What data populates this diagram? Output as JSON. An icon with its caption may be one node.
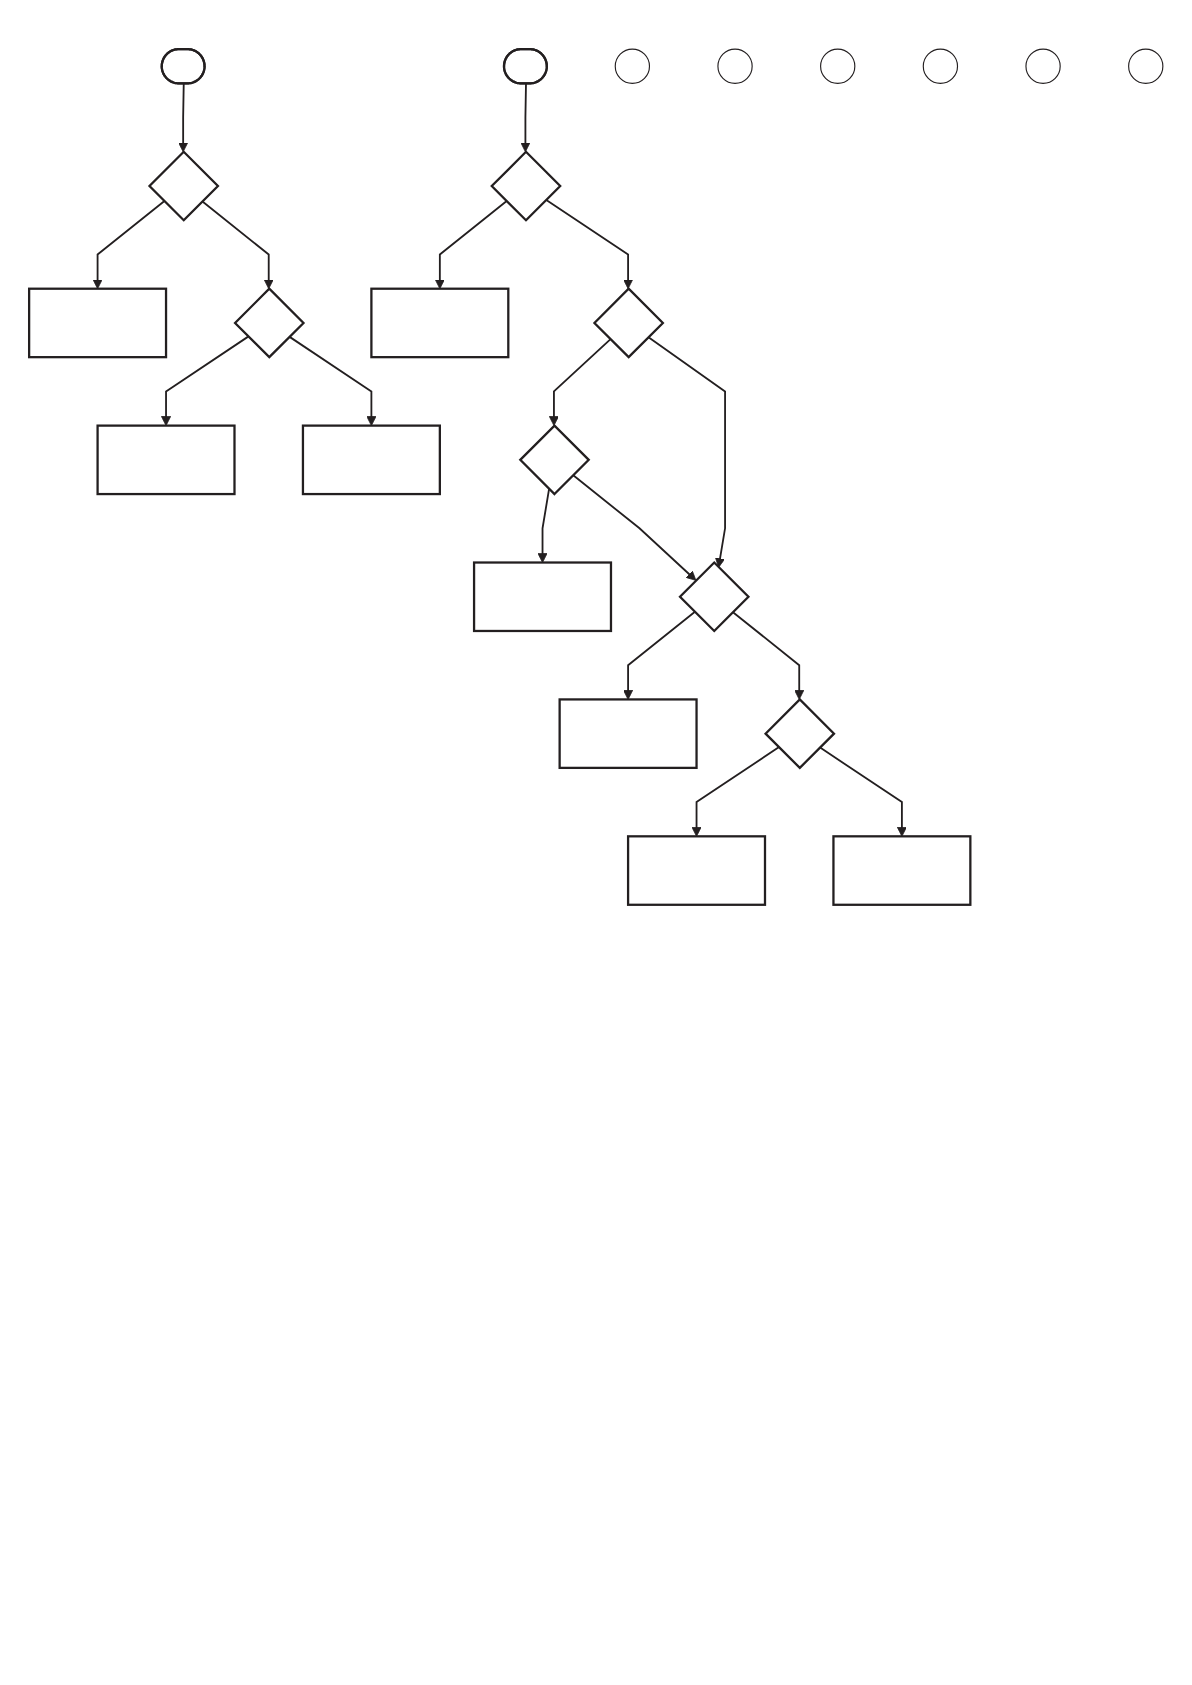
{
  "diagram": {
    "nodes": [
      {
        "text": [],
        "shape": "stadium"
      },
      {
        "text": [],
        "shape": "diamond"
      },
      {
        "text": [],
        "shape": "box"
      },
      {
        "text": [],
        "shape": "diamond"
      },
      {
        "text": [],
        "shape": "box"
      },
      {
        "text": [],
        "shape": "box"
      },
      {
        "text": [],
        "shape": "stadium"
      },
      {
        "text": [],
        "shape": "diamond"
      },
      {
        "text": [],
        "shape": "box"
      },
      {
        "text": [],
        "shape": "diamond"
      },
      {
        "text": [],
        "shape": "diamond"
      },
      {
        "text": [],
        "shape": "box"
      },
      {
        "text": [],
        "shape": "diamond"
      },
      {
        "text": [],
        "shape": "box"
      },
      {
        "text": [],
        "shape": "diamond"
      },
      {
        "text": [],
        "shape": "box"
      },
      {
        "text": [],
        "shape": "box"
      },
      {
        "text": [],
        "shape": "circle"
      },
      {
        "text": [],
        "shape": "circle"
      },
      {
        "text": [],
        "shape": "circle"
      },
      {
        "text": [],
        "shape": "circle"
      },
      {
        "text": [],
        "shape": "circle"
      },
      {
        "text": [],
        "shape": "circle"
      }
    ],
    "edges": [
      {
        "from": 0,
        "to": 1,
        "arrow": "to"
      },
      {
        "from": 1,
        "to": 2,
        "arrow": "to"
      },
      {
        "from": 1,
        "to": 3,
        "arrow": "to"
      },
      {
        "from": 3,
        "to": 4,
        "arrow": "to"
      },
      {
        "from": 3,
        "to": 5,
        "arrow": "to"
      },
      {
        "from": 6,
        "to": 7,
        "arrow": "to"
      },
      {
        "from": 7,
        "to": 8,
        "arrow": "to"
      },
      {
        "from": 7,
        "to": 9,
        "arrow": "to"
      },
      {
        "from": 9,
        "to": 10,
        "arrow": "to"
      },
      {
        "from": 10,
        "to": 11,
        "arrow": "to"
      },
      {
        "from": 9,
        "to": 12,
        "arrow": "to"
      },
      {
        "from": 10,
        "to": 12,
        "arrow": "to"
      },
      {
        "from": 12,
        "to": 13,
        "arrow": "to"
      },
      {
        "from": 12,
        "to": 14,
        "arrow": "to"
      },
      {
        "from": 14,
        "to": 15,
        "arrow": "to"
      },
      {
        "from": 14,
        "to": 16,
        "arrow": "to"
      }
    ]
  }
}
